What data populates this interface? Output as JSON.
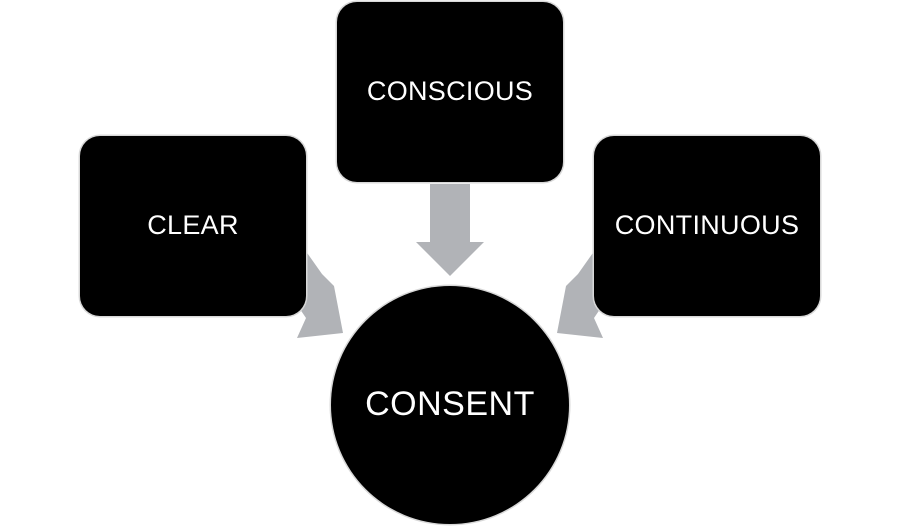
{
  "diagram": {
    "title": "",
    "center": {
      "label": "CONSENT",
      "shape": "circle"
    },
    "nodes": [
      {
        "id": "clear",
        "label": "CLEAR",
        "shape": "rounded-rectangle"
      },
      {
        "id": "conscious",
        "label": "CONSCIOUS",
        "shape": "rounded-rectangle"
      },
      {
        "id": "continuous",
        "label": "CONTINUOUS",
        "shape": "rounded-rectangle"
      }
    ],
    "edges": [
      {
        "from": "clear",
        "to": "center",
        "type": "arrow"
      },
      {
        "from": "conscious",
        "to": "center",
        "type": "arrow"
      },
      {
        "from": "continuous",
        "to": "center",
        "type": "arrow"
      }
    ],
    "colors": {
      "node_fill": "#000000",
      "node_text": "#ffffff",
      "arrow": "#b1b3b7",
      "background": "#ffffff"
    }
  }
}
